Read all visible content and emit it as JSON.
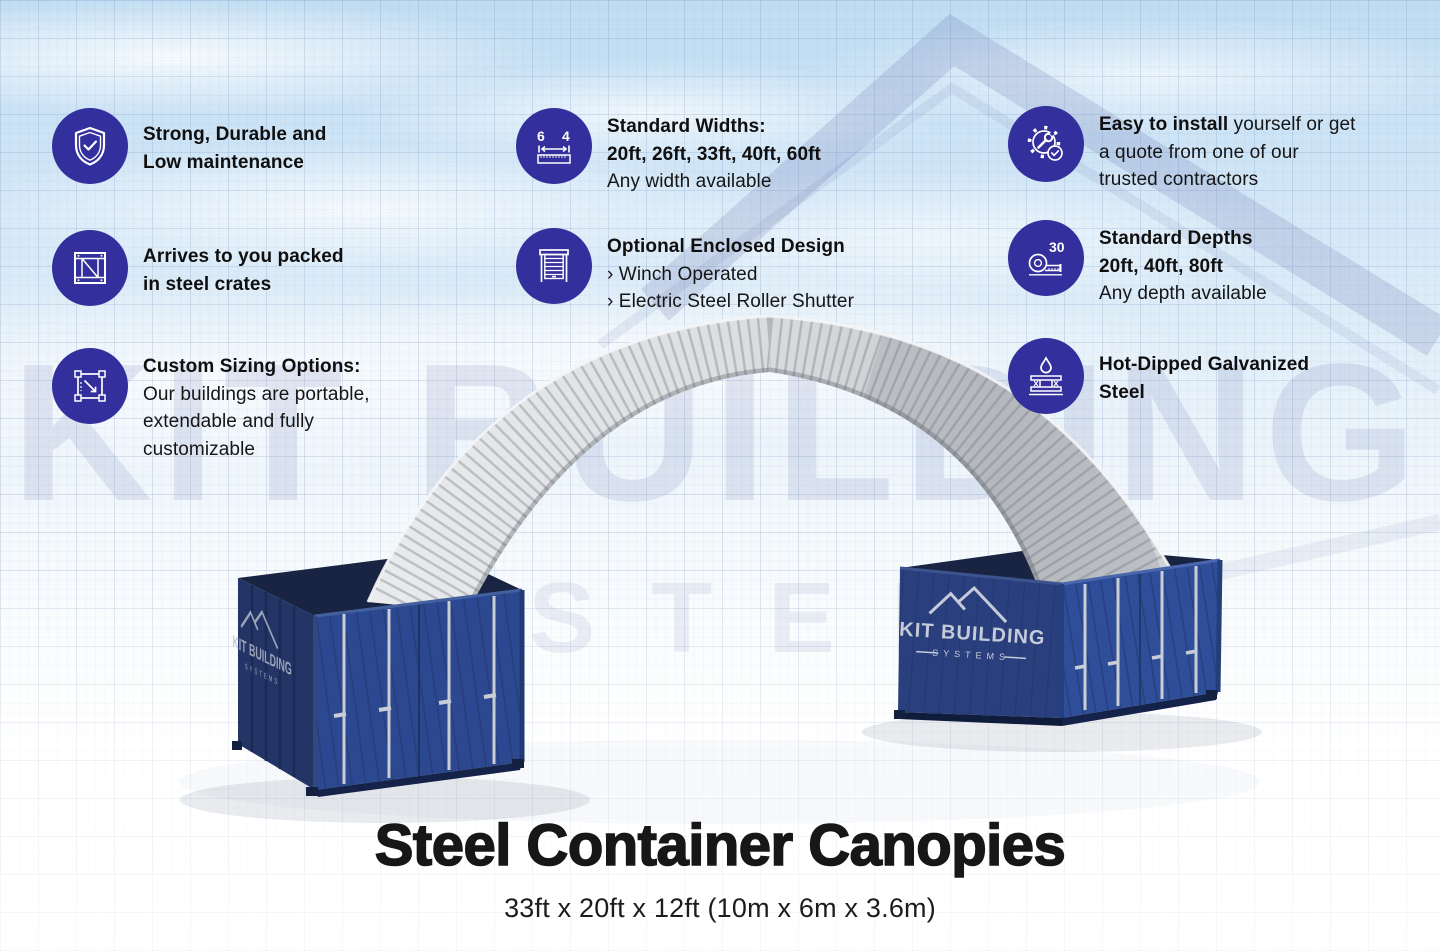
{
  "watermark": {
    "line1": "KIT BUILDING",
    "line2": "SYSTEMS"
  },
  "brand": {
    "logo_line1": "KIT BUILDING",
    "logo_line2": "SYSTEMS"
  },
  "colors": {
    "accent_circle": "#332F9C",
    "container_blue": "#2C4890",
    "canopy_gray": "#D9DBDD",
    "title_black": "#171717"
  },
  "features": {
    "left_column": [
      {
        "icon": "shield-check-icon",
        "bold_lines": [
          "Strong, Durable and",
          "Low maintenance"
        ]
      },
      {
        "icon": "crate-icon",
        "bold_lines": [
          "Arrives to you packed",
          "in steel crates"
        ]
      },
      {
        "icon": "custom-sizing-icon",
        "bold_lines": [
          "Custom Sizing Options:"
        ],
        "body_lines": [
          "Our buildings are portable,",
          "extendable and fully",
          "customizable"
        ]
      }
    ],
    "middle_column": [
      {
        "icon": "width-ruler-icon",
        "icon_numbers": [
          "6",
          "4"
        ],
        "bold_lines": [
          "Standard Widths:",
          "20ft, 26ft, 33ft, 40ft, 60ft"
        ],
        "body_lines": [
          "Any width available"
        ]
      },
      {
        "icon": "roller-shutter-icon",
        "bold_lines": [
          "Optional Enclosed Design"
        ],
        "body_lines": [
          "› Winch Operated",
          "› Electric Steel Roller Shutter"
        ]
      }
    ],
    "right_column": [
      {
        "icon": "gear-wrench-icon",
        "title_bold": "Easy to install",
        "title_rest": " yourself or get",
        "body_lines": [
          "a quote from one of our",
          "trusted  contractors"
        ]
      },
      {
        "icon": "tape-measure-icon",
        "icon_number": "30",
        "bold_lines": [
          "Standard Depths",
          "20ft, 40ft, 80ft"
        ],
        "body_lines": [
          "Any depth available"
        ]
      },
      {
        "icon": "galvanized-steel-icon",
        "bold_lines": [
          "Hot-Dipped Galvanized",
          "Steel"
        ]
      }
    ]
  },
  "footer": {
    "title": "Steel Container Canopies",
    "subtitle": "33ft x 20ft x 12ft (10m x 6m x 3.6m)"
  }
}
